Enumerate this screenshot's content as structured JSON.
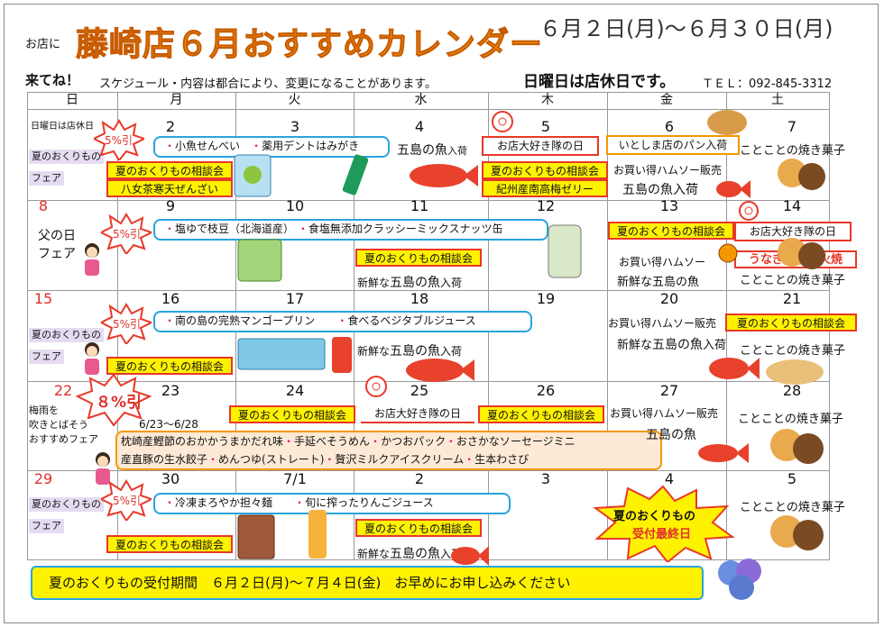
{
  "header": {
    "shop_line1": "お店に",
    "shop_line2": "来てね！",
    "title": "藤崎店６月おすすめカレンダー",
    "period": "６月２日(月)〜６月３０日(月)",
    "notice": "スケジュール・内容は都合により、変更になることがあります。",
    "holiday": "日曜日は店休日です。",
    "tel": "ＴＥＬ：092-845-3312"
  },
  "weekdays": [
    "日",
    "月",
    "火",
    "水",
    "木",
    "金",
    "土"
  ],
  "days": {
    "r1": [
      "",
      "2",
      "3",
      "4",
      "5",
      "6",
      "7"
    ],
    "r2": [
      "8",
      "9",
      "10",
      "11",
      "12",
      "13",
      "14"
    ],
    "r3": [
      "15",
      "16",
      "17",
      "18",
      "19",
      "20",
      "21"
    ],
    "r4": [
      "22",
      "23",
      "24",
      "25",
      "26",
      "27",
      "28"
    ],
    "r5": [
      "29",
      "30",
      "7/1",
      "2",
      "3",
      "4",
      "5"
    ]
  },
  "cells": {
    "sun_closed": "日曜日は店休日",
    "summer_fair": "夏のおくりものフェア",
    "summer_fair_a": "夏のおくりもの",
    "summer_fair_b": "フェア",
    "fathers_a": "父の日",
    "fathers_b": "フェア",
    "rain_a": "梅雨を",
    "rain_b": "吹きとばそう",
    "rain_c": "おすすめフェア",
    "rain_dates": "6/23〜6/28"
  },
  "badges": {
    "p5": "5%引",
    "p8": "８%引"
  },
  "events": {
    "consult": "夏のおくりもの相談会",
    "yame": "八女茶寒天ぜんざい",
    "daisuki": "お店大好き隊の日",
    "kishu": "紀州産南高梅ゼリー",
    "itoshima": "いとしま店のパン入荷",
    "gotou": "五島の魚入荷",
    "gotou_a": "五島の魚",
    "gotou_b": "入荷",
    "gotou_c": "五島の魚",
    "fresh_gotou": "新鮮な五島の魚入荷",
    "fresh_a": "新鮮な",
    "fresh_b": "五島の魚",
    "fresh_c": "入荷",
    "fresh_gotou_short": "新鮮な五島の魚",
    "hamuso": "お買い得ハムソー販売",
    "hamuso_short": "お買い得ハムソー",
    "kotokoto": "ことことの焼き菓子",
    "unagi": "うなぎ店頭炭火焼",
    "final_a": "夏のおくりもの",
    "final_b": "受付最終日"
  },
  "bars": {
    "w1": [
      "小魚せんべい",
      "薬用デントはみがき"
    ],
    "w2": [
      "塩ゆで枝豆（北海道産）",
      "食塩無添加クラッシーミックスナッツ缶"
    ],
    "w3": [
      "南の島の完熟マンゴープリン",
      "食べるベジタブルジュース"
    ],
    "w4a": [
      "枕崎産鰹節のおかかうまかだれ味",
      "手延べそうめん",
      "かつおパック",
      "おさかなソーセージミニ"
    ],
    "w4b": [
      "産直豚の生水餃子",
      "めんつゆ(ストレート)",
      "贅沢ミルクアイスクリーム",
      "生本わさび"
    ],
    "w5": [
      "冷凍まろやか担々麺",
      "旬に搾ったりんごジュース"
    ]
  },
  "footer": "夏のおくりもの受付期間　６月２日(月)〜７月４日(金)　お早めにお申し込みください",
  "colors": {
    "accent": "#f39800",
    "red": "#e83828",
    "yellow": "#fff200",
    "blue": "#29a3dd"
  }
}
